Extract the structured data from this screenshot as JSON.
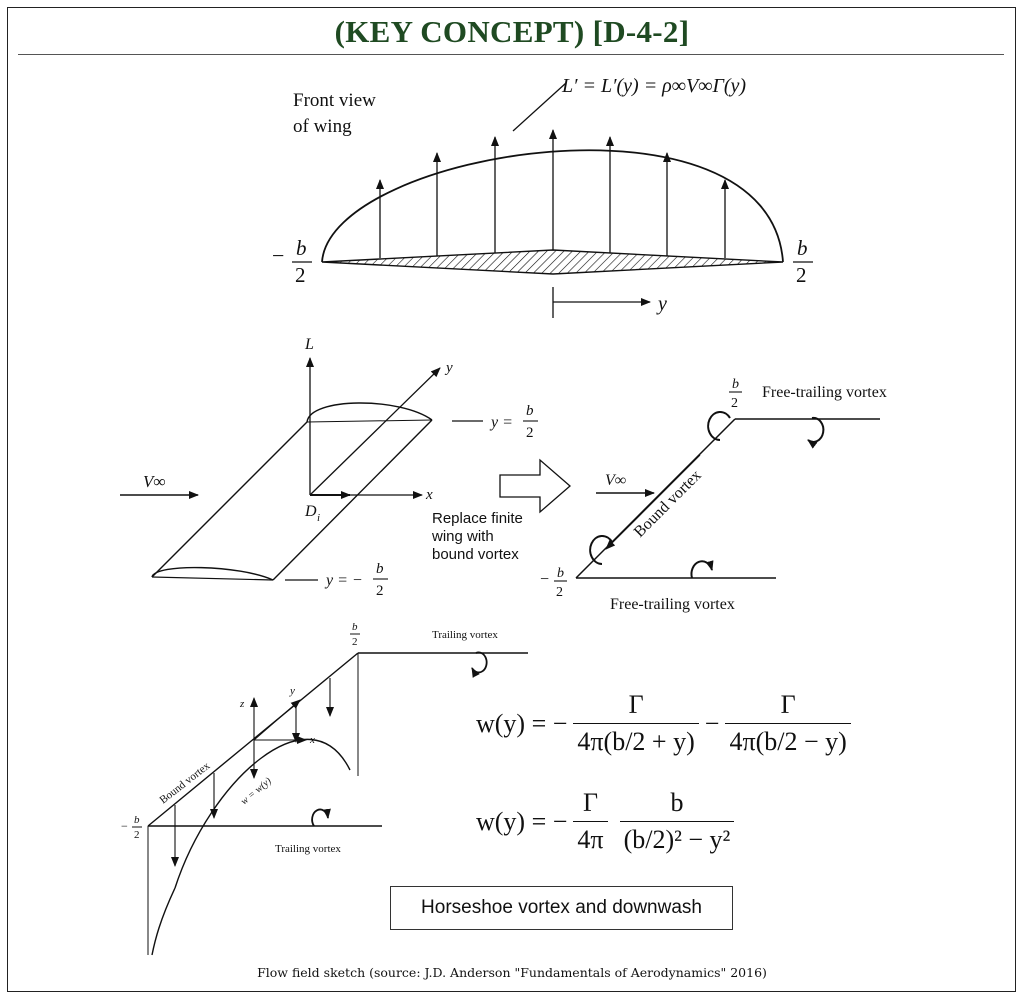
{
  "title": "(KEY CONCEPT) [D-4-2]",
  "panel_top": {
    "label_front_view": "Front view",
    "label_of_wing": "of wing",
    "lift_formula": "L′ = L′(y) = ρ∞V∞Γ(y)",
    "left_tip_num": "b",
    "left_tip_den": "2",
    "left_tip_sign": "−",
    "right_tip_num": "b",
    "right_tip_den": "2",
    "axis_y": "y"
  },
  "panel_middle_left": {
    "axis_L": "L",
    "axis_y": "y",
    "axis_x": "x",
    "drag_D": "D",
    "drag_sub": "i",
    "freestream": "V∞",
    "tip_top": "y = ",
    "tip_bottom": "y = −",
    "frac_num": "b",
    "frac_den": "2"
  },
  "replace_text": {
    "line1": "Replace finite",
    "line2": "wing with",
    "line3": "bound vortex"
  },
  "panel_middle_right": {
    "freestream": "V∞",
    "top_num": "b",
    "top_den": "2",
    "bottom_sign": "−",
    "bottom_num": "b",
    "bottom_den": "2",
    "free_trailing_top": "Free-trailing vortex",
    "free_trailing_bottom": "Free-trailing vortex",
    "bound_vortex": "Bound vortex"
  },
  "panel_bottom": {
    "top_num": "b",
    "top_den": "2",
    "bottom_sign": "−",
    "bottom_num": "b",
    "bottom_den": "2",
    "trailing_top": "Trailing vortex",
    "trailing_bottom": "Trailing vortex",
    "bound_vortex": "Bound vortex",
    "axis_z": "z",
    "axis_y": "y",
    "axis_x": "x",
    "downwash_label": "w = w(y)"
  },
  "equations": {
    "eq1_lhs": "w(y) = −",
    "eq1_frac1_num": "Γ",
    "eq1_frac1_den": "4π(b/2 + y)",
    "eq1_minus": "−",
    "eq1_frac2_num": "Γ",
    "eq1_frac2_den": "4π(b/2 − y)",
    "eq2_lhs": "w(y) = −",
    "eq2_frac1_num": "Γ",
    "eq2_frac1_den": "4π",
    "eq2_frac2_num": "b",
    "eq2_frac2_den": "(b/2)² − y²"
  },
  "caption": "Horseshoe vortex and downwash",
  "source": "Flow field sketch (source: J.D. Anderson \"Fundamentals of Aerodynamics\" 2016)"
}
